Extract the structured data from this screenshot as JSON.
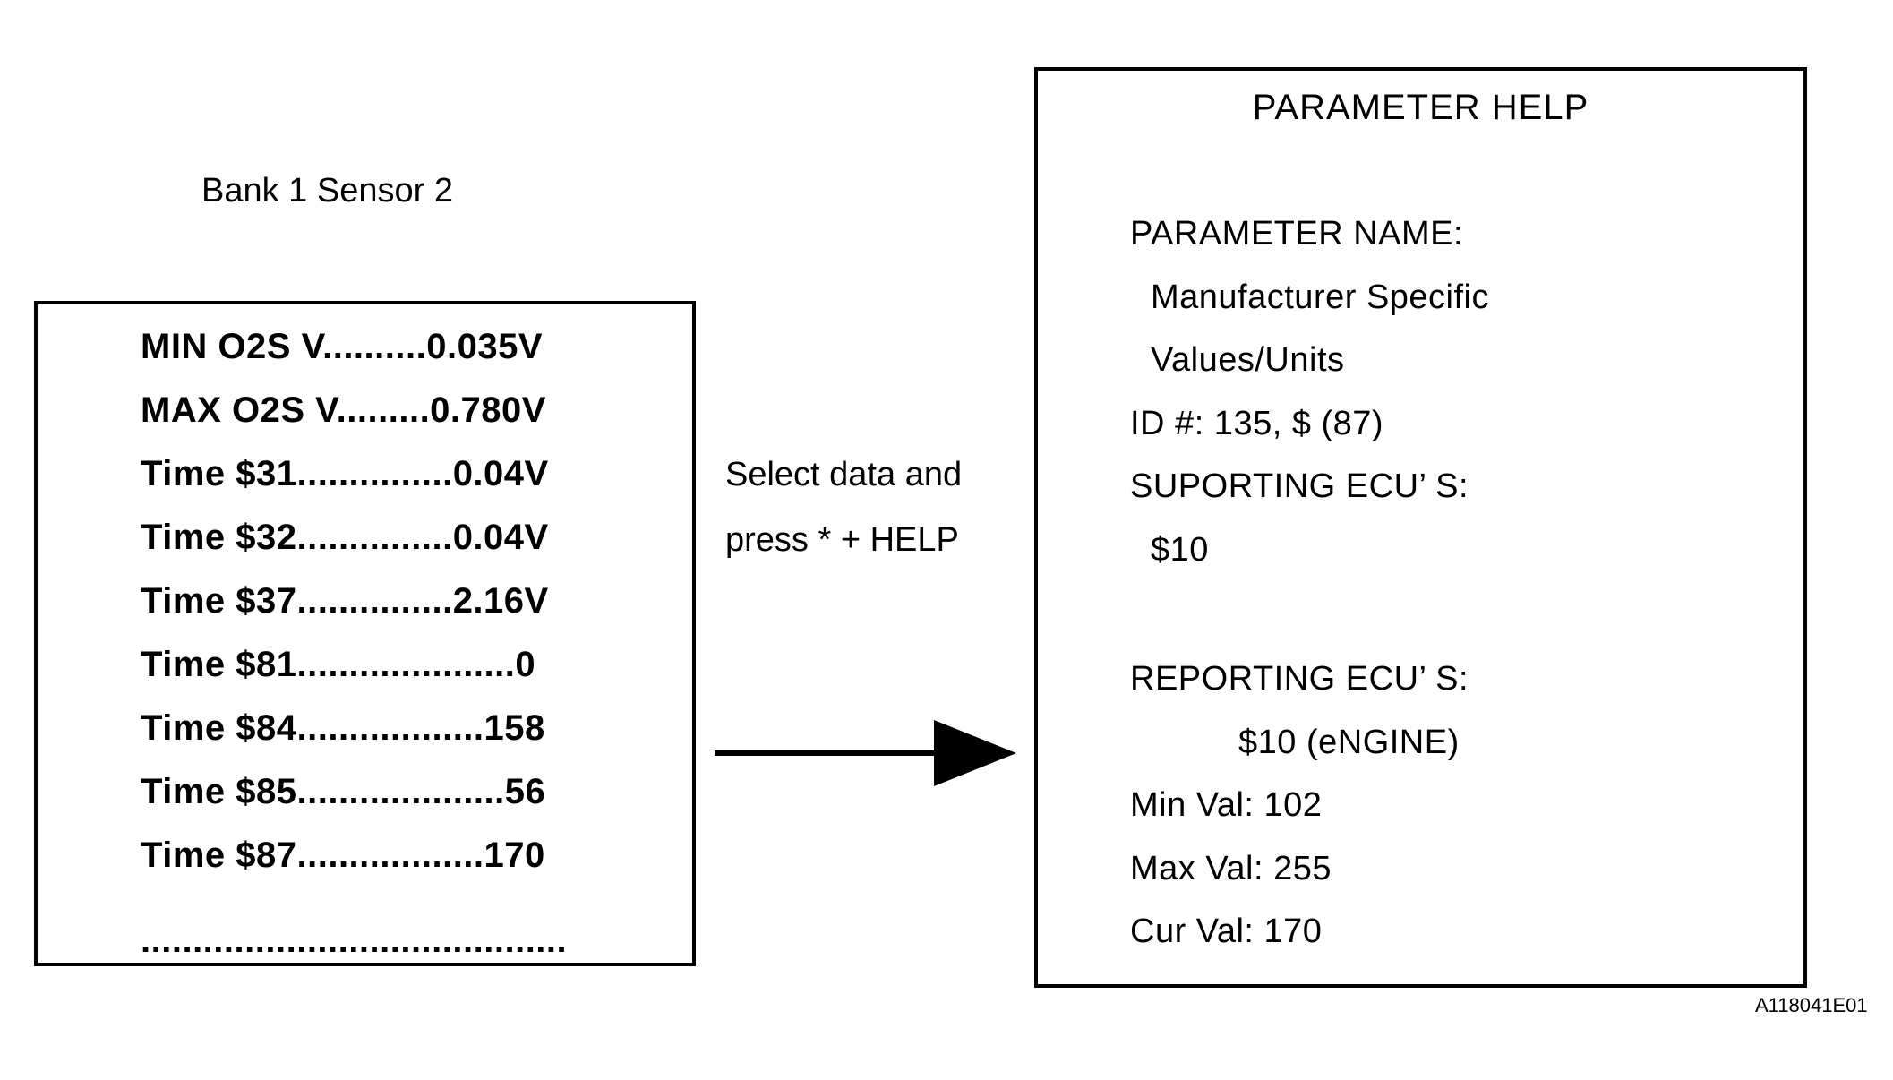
{
  "page": {
    "code_label": "A118041E01"
  },
  "left_panel": {
    "title": "Bank 1 Sensor 2",
    "rows": [
      "MIN O2S V..........0.035V",
      "MAX O2S V.........0.780V",
      "Time $31...............0.04V",
      "Time $32...............0.04V",
      "Time $37...............2.16V",
      "Time $81.....................0",
      "Time $84..................158",
      "Time $85....................56",
      "Time $87..................170",
      "........................................."
    ]
  },
  "annotation": {
    "line1": "Select data and",
    "line2": "press * + HELP"
  },
  "right_panel": {
    "title": "PARAMETER HELP",
    "lines": [
      "PARAMETER NAME:",
      "Manufacturer Specific",
      "Values/Units",
      "ID #: 135, $ (87)",
      "SUPORTING ECU’ S:",
      "$10",
      "REPORTING ECU’ S:",
      "$10 (eNGINE)",
      "Min Val: 102",
      "Max Val: 255",
      "Cur Val: 170"
    ]
  }
}
